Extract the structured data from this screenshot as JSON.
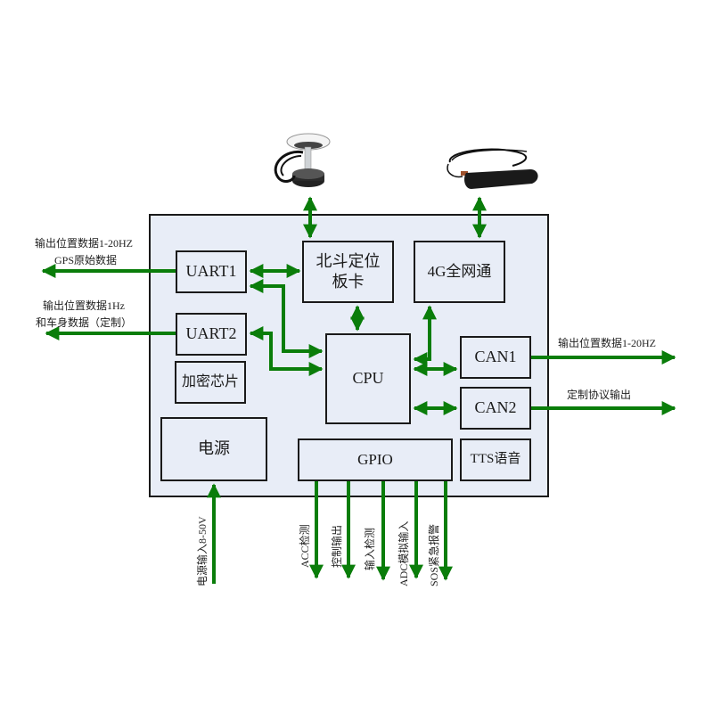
{
  "colors": {
    "board": "#e8edf7",
    "arrow": "#0a7d0a",
    "border": "#1a1a1a"
  },
  "antennas": [
    {
      "name": "beidou-gnss-antenna"
    },
    {
      "name": "4g-cellular-antenna"
    }
  ],
  "blocks": {
    "uart1": "UART1",
    "uart2": "UART2",
    "beidou": "北斗定位\n板卡",
    "lte": "4G全网通",
    "encrypt": "加密芯片",
    "cpu": "CPU",
    "can1": "CAN1",
    "can2": "CAN2",
    "power": "电源",
    "gpio": "GPIO",
    "tts": "TTS语音"
  },
  "labels": {
    "uart1_out_line1": "输出位置数据1-20HZ",
    "uart1_out_line2": "GPS原始数据",
    "uart2_out_line1": "输出位置数据1Hz",
    "uart2_out_line2": "和车身数据（定制）",
    "can1_out": "输出位置数据1-20HZ",
    "can2_out": "定制协议输出",
    "power_in": "电源输入8-50V",
    "gpio_acc": "ACC检测",
    "gpio_ctrl": "控制输出",
    "gpio_input": "输入检测",
    "gpio_adc": "ADC模拟输入",
    "gpio_sos": "SOS紧急报警"
  }
}
